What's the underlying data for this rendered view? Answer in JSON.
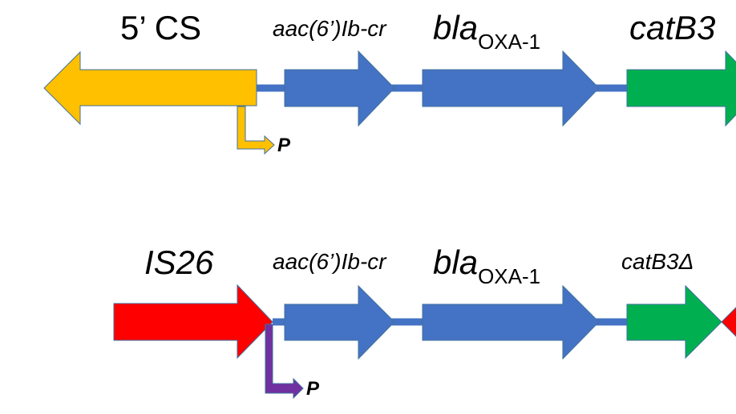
{
  "colors": {
    "cs5": "#FFC000",
    "blue": "#4472C4",
    "green": "#00B050",
    "red": "#FF0000",
    "purple": "#7030A0",
    "outline": "#41719C"
  },
  "row1": {
    "labels": {
      "cs5": "5’ CS",
      "aac": "aac(6’)Ib-cr",
      "bla_main": "bla",
      "bla_sub": "OXA-1",
      "catB3": "catB3"
    },
    "promoter_label": "P"
  },
  "row2": {
    "labels": {
      "is26": "IS26",
      "aac": "aac(6’)Ib-cr",
      "bla_main": "bla",
      "bla_sub": "OXA-1",
      "catB3d": "catB3Δ"
    },
    "promoter_label": "P"
  }
}
